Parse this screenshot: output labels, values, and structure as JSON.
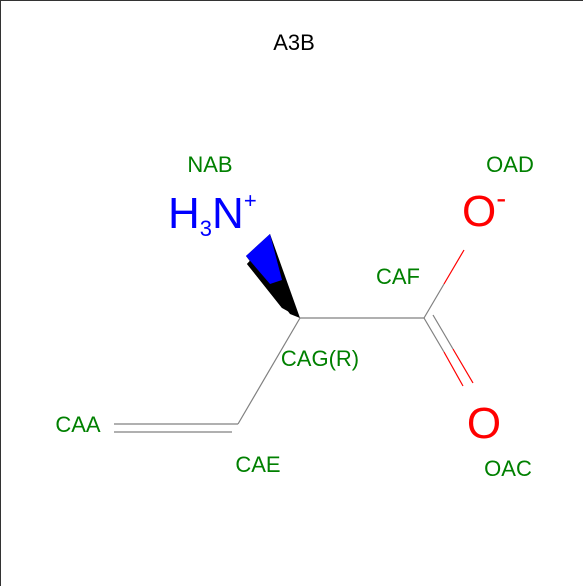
{
  "title": "A3B",
  "colors": {
    "bond": "#808080",
    "carbon_label": "#008000",
    "nitrogen": "#0000ff",
    "oxygen": "#ff0000",
    "black": "#000000"
  },
  "atoms": {
    "NAB": {
      "name": "NAB",
      "symbol": "H",
      "subscript": "3",
      "element2": "N",
      "charge": "+"
    },
    "OAD": {
      "name": "OAD",
      "symbol": "O",
      "charge": "-"
    },
    "CAF": {
      "name": "CAF"
    },
    "CAG": {
      "name": "CAG(R)"
    },
    "CAA": {
      "name": "CAA"
    },
    "CAE": {
      "name": "CAE"
    },
    "OAC": {
      "name": "OAC",
      "symbol": "O"
    }
  }
}
